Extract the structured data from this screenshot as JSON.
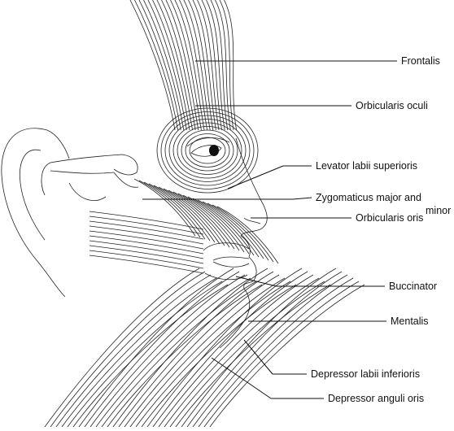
{
  "labels": {
    "frontalis": "Frontalis",
    "orbicularis_oculi": "Orbicularis oculi",
    "levator_labii": "Levator labii superioris",
    "zygomaticus_1": "Zygomaticus major and",
    "zygomaticus_2": "minor",
    "orbicularis_oris": "Orbicularis oris",
    "buccinator": "Buccinator",
    "mentalis": "Mentalis",
    "depressor_labii": "Depressor labii inferioris",
    "depressor_anguli": "Depressor anguli oris"
  },
  "colors": {
    "line": "#222222",
    "background": "#ffffff"
  }
}
